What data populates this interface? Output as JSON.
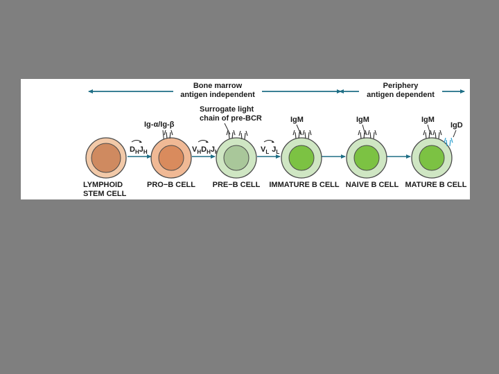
{
  "phases": {
    "bone_marrow_line1": "Bone marrow",
    "bone_marrow_line2": "antigen independent",
    "periphery_line1": "Periphery",
    "periphery_line2": "antigen dependent"
  },
  "markers": {
    "ig_alpha_beta": "Ig-α/Ig-β",
    "surrogate_line1": "Surrogate light",
    "surrogate_line2": "chain of pre-BCR",
    "igm_immature": "IgM",
    "igm_naive": "IgM",
    "igm_mature": "IgM",
    "igd": "IgD"
  },
  "steps": {
    "dj_d": "D",
    "dj_dsub": "H",
    "dj_j": "J",
    "dj_jsub": "H",
    "vdj_v": "V",
    "vdj_vsub": "H",
    "vdj_d": "D",
    "vdj_dsub": "H",
    "vdj_j": "J",
    "vdj_jsub": "H",
    "vj_v": "V",
    "vj_vsub": "L",
    "vj_j": "J",
    "vj_jsub": "L"
  },
  "cells": [
    {
      "line1": "LYMPHOID",
      "line2": "STEM CELL",
      "outer": "#f2c9a8",
      "inner": "#cf8a60"
    },
    {
      "line1": "PRO−B CELL",
      "line2": "",
      "outer": "#f0b995",
      "inner": "#d98b5d"
    },
    {
      "line1": "PRE−B CELL",
      "line2": "",
      "outer": "#cfe6c3",
      "inner": "#a9c79a"
    },
    {
      "line1": "IMMATURE B CELL",
      "line2": "",
      "outer": "#cfe6c3",
      "inner": "#7cc243"
    },
    {
      "line1": "NAIVE B CELL",
      "line2": "",
      "outer": "#cfe6c3",
      "inner": "#7cc243"
    },
    {
      "line1": "MATURE B CELL",
      "line2": "",
      "outer": "#cfe6c3",
      "inner": "#7cc243"
    }
  ],
  "colors": {
    "arrow": "#1f6f86",
    "igd_receptor": "#2a9fd0",
    "outline": "#4a4a4a"
  }
}
